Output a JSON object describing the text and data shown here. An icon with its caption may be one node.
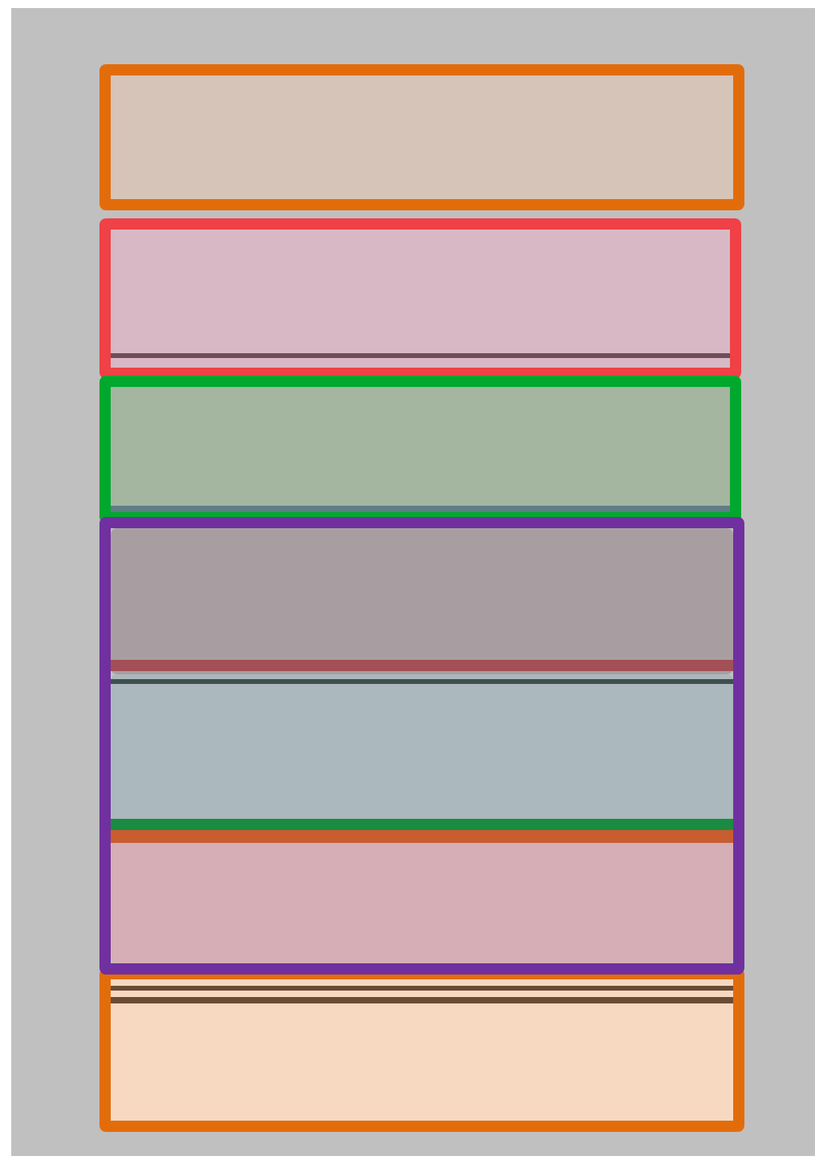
{
  "diagram": {
    "nodes": [
      {
        "text": [],
        "shape": "box"
      },
      {
        "text": [],
        "shape": "box"
      },
      {
        "text": [],
        "shape": "box"
      },
      {
        "text": [],
        "shape": "box"
      },
      {
        "text": [],
        "shape": "box",
        "in": 3
      },
      {
        "text": [],
        "shape": "box",
        "in": 3
      },
      {
        "text": [],
        "shape": "box",
        "in": 3
      },
      {
        "text": [],
        "shape": "box"
      }
    ]
  }
}
